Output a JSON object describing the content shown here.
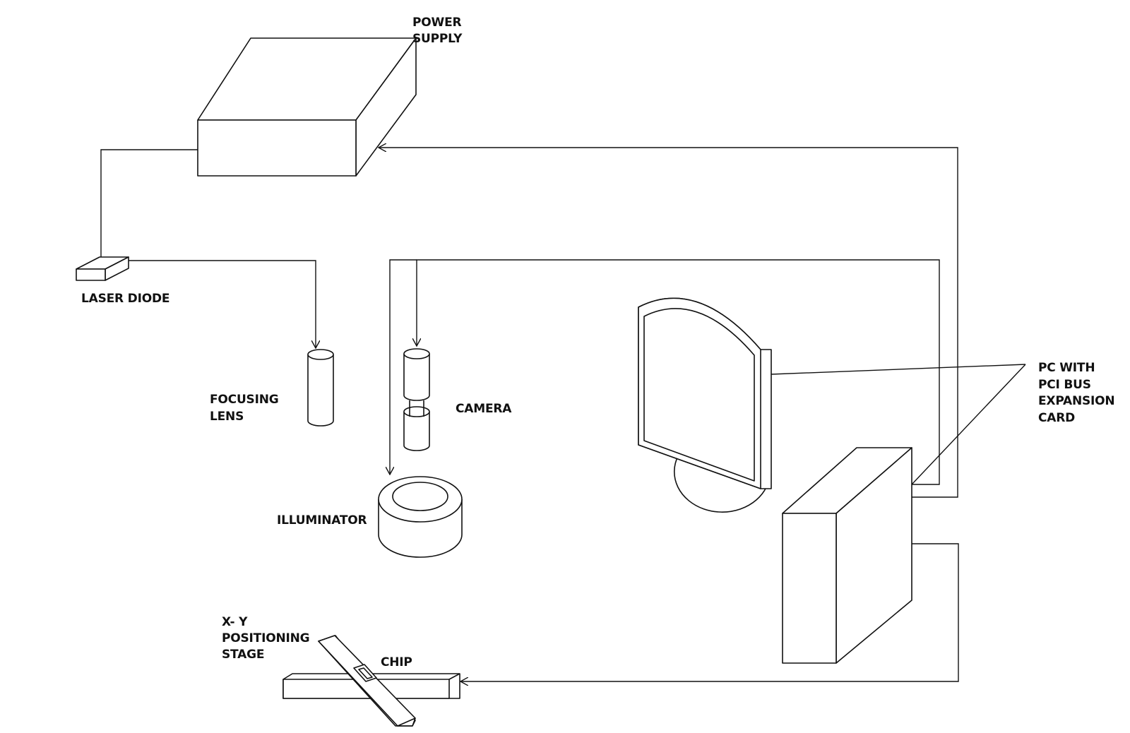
{
  "labels": {
    "power_supply_line1": "POWER",
    "power_supply_line2": "SUPPLY",
    "laser_diode": "LASER DIODE",
    "focusing_lens_line1": "FOCUSING",
    "focusing_lens_line2": "LENS",
    "camera": "CAMERA",
    "illuminator": "ILLUMINATOR",
    "pc_line1": "PC WITH",
    "pc_line2": "PCI BUS",
    "pc_line3": "EXPANSION",
    "pc_line4": "CARD",
    "stage_line1": "X- Y",
    "stage_line2": "POSITIONING",
    "stage_line3": "STAGE",
    "chip": "CHIP"
  },
  "colors": {
    "ink": "#111111",
    "background": "#ffffff"
  }
}
